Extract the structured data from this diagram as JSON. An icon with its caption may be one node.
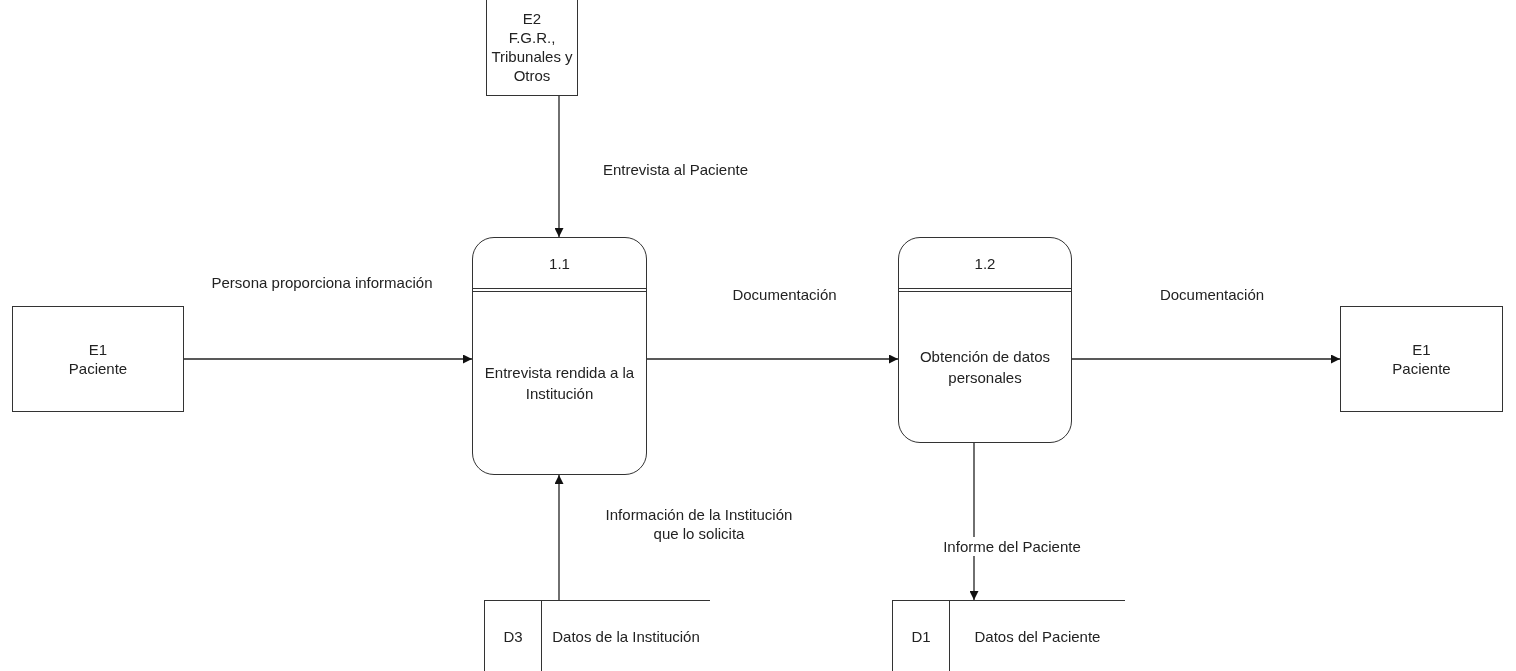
{
  "diagram": {
    "nodes": [
      {
        "text": [
          "E2",
          "F.G.R., Tribunales y Otros"
        ]
      },
      {
        "text": [
          "E1",
          "Paciente"
        ]
      },
      {
        "text": [
          "1.1",
          "Entrevista rendida a la Institución"
        ]
      },
      {
        "text": [
          "1.2",
          "Obtención de datos personales"
        ]
      },
      {
        "text": [
          "E1",
          "Paciente"
        ]
      },
      {
        "text": [
          "D3",
          "Datos de la Institución"
        ]
      },
      {
        "text": [
          "D1",
          "Datos del Paciente"
        ]
      }
    ],
    "edges": [
      {
        "from": 0,
        "to": 2,
        "arrow": "to",
        "label": "Entrevista al Paciente"
      },
      {
        "from": 1,
        "to": 2,
        "arrow": "to",
        "label": "Persona proporciona información"
      },
      {
        "from": 2,
        "to": 3,
        "arrow": "to",
        "label": "Documentación"
      },
      {
        "from": 3,
        "to": 4,
        "arrow": "to",
        "label": "Documentación"
      },
      {
        "from": 5,
        "to": 2,
        "arrow": "to",
        "label": "Información de la Institución que lo solicita"
      },
      {
        "from": 3,
        "to": 6,
        "arrow": "to",
        "label": "Informe del Paciente"
      }
    ]
  }
}
